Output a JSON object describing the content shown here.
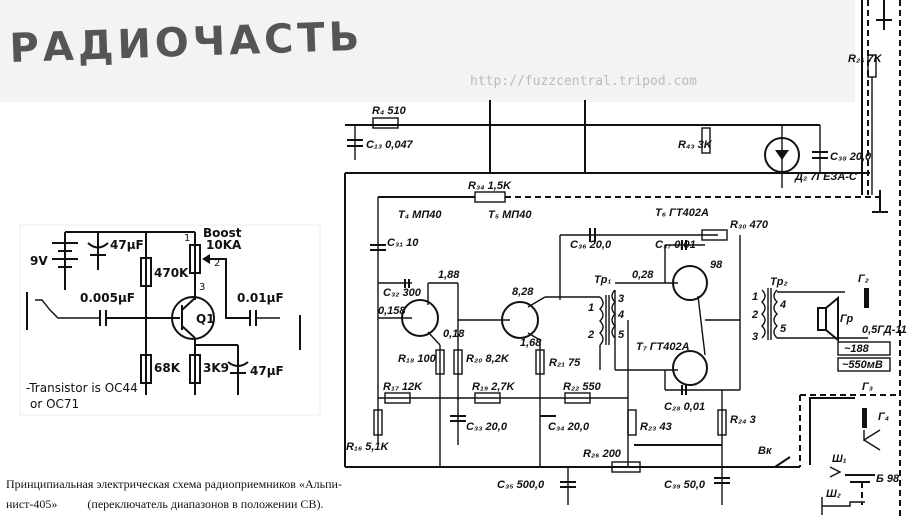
{
  "title_logo": "РАДИОЧАСТЬ",
  "inset": {
    "battery": "9V",
    "c_supply": "47µF",
    "r_bias_top": "470K",
    "pot_label": "Boost",
    "pot_value": "10KA",
    "pot_pins": [
      "1",
      "2",
      "3"
    ],
    "c_in": "0.005µF",
    "transistor": "Q1",
    "c_out": "0.01µF",
    "r_bias_bottom": "68K",
    "r_emitter": "3K9",
    "c_emitter": "47µF",
    "note_line1": "-Transistor is OC44",
    "note_line2": "or OC71",
    "watermark": "http://fuzzcentral.tripod.com"
  },
  "schematic": {
    "r4": "R₄ 510",
    "c13": "C₁₃ 0,047",
    "r43": "R₄₃ 3K",
    "d2": "Д₂ 7ГЕЗА-С",
    "c38": "C₃₈ 20,0",
    "r25": "R₂₅ 7K",
    "r34": "R₃₄ 1,5K",
    "t4": "T₄ МП40",
    "t5": "T₅ МП40",
    "t6": "T₆ ГТ402А",
    "t7": "T₇ ГТ402А",
    "r30": "R₃₀ 470",
    "c31": "C₃₁ 10",
    "c32": "C₃₂ 300",
    "c36": "C₃₆ 20,0",
    "c37": "C₃₇ 0,01",
    "c28": "C₂₈ 0,01",
    "v188a": "1,88",
    "v0158": "0,158",
    "v018": "0,18",
    "v828": "8,28",
    "v168": "1,68",
    "v028": "0,28",
    "v98": "98",
    "r18": "R₁₈ 100",
    "r20": "R₂₀ 8,2K",
    "r21": "R₂₁ 75",
    "r17": "R₁₇ 12K",
    "r19": "R₁₉ 2,7K",
    "r22": "R₂₂ 550",
    "r16": "R₁₆ 5,1K",
    "c33": "C₃₃ 20,0",
    "c34": "C₃₄ 20,0",
    "r23": "R₂₃ 43",
    "r24": "R₂₄ 3",
    "r26": "R₂₆ 200",
    "c35": "C₃₅ 500,0",
    "c39": "C₃₉ 50,0",
    "tr1": "Tp₁",
    "tr1_pins": [
      "1",
      "2",
      "3",
      "4",
      "5"
    ],
    "tr2": "Tp₂",
    "tr2_pins": [
      "1",
      "2",
      "3",
      "4",
      "5"
    ],
    "speaker": "Гр",
    "speaker_power": "0,5ГД-11",
    "meas1": "~188",
    "meas2": "~550мВ",
    "g2": "Г₂",
    "g3": "Г₃",
    "g4": "Г₄",
    "switch": "Вк",
    "sh1": "Ш₁",
    "sh2": "Ш₂",
    "battery": "Б 98"
  },
  "caption": {
    "line1": "Принципиальная электрическая схема радиоприемников «Альпи-",
    "line2": "нист-405»          (переключатель диапазонов в положении СВ)."
  }
}
